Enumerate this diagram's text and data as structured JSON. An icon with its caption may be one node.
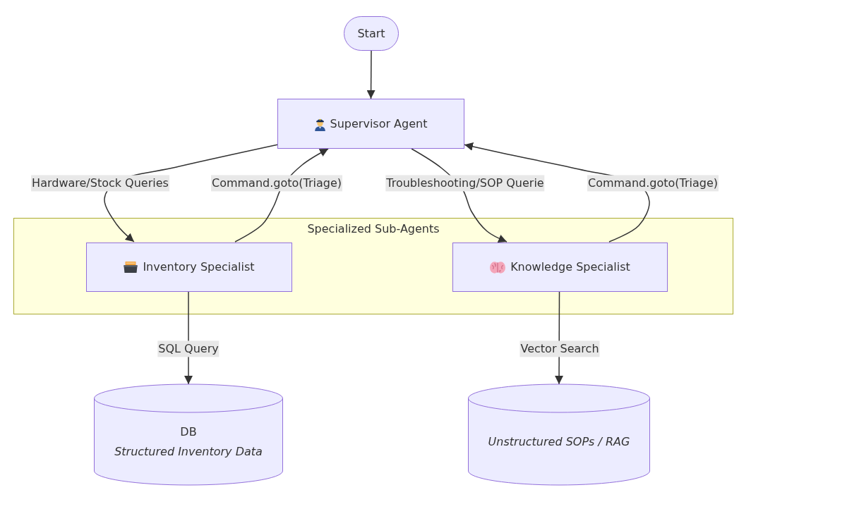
{
  "diagram": {
    "nodes": [
      {
        "text": [
          "Start"
        ]
      },
      {
        "text": [
          "Supervisor Agent"
        ]
      },
      {
        "text": [
          "Specialized Sub-Agents"
        ]
      },
      {
        "text": [
          "Inventory Specialist"
        ],
        "in": 2
      },
      {
        "text": [
          "Knowledge Specialist"
        ],
        "in": 2
      },
      {
        "text": [
          "DB",
          "Structured Inventory Data"
        ]
      },
      {
        "text": [
          "Unstructured SOPs / RAG"
        ]
      }
    ],
    "edges": [
      {
        "from": 0,
        "to": 1,
        "arrow": "to"
      },
      {
        "from": 1,
        "to": 3,
        "arrow": "to",
        "label": "Hardware/Stock Queries"
      },
      {
        "from": 3,
        "to": 1,
        "arrow": "to",
        "label": "Command.goto(Triage)"
      },
      {
        "from": 1,
        "to": 4,
        "arrow": "to",
        "label": "Troubleshooting/SOP Querie"
      },
      {
        "from": 4,
        "to": 1,
        "arrow": "to",
        "label": "Command.goto(Triage)"
      },
      {
        "from": 3,
        "to": 5,
        "arrow": "to",
        "label": "SQL Query"
      },
      {
        "from": 4,
        "to": 6,
        "arrow": "to",
        "label": "Vector Search"
      }
    ]
  }
}
